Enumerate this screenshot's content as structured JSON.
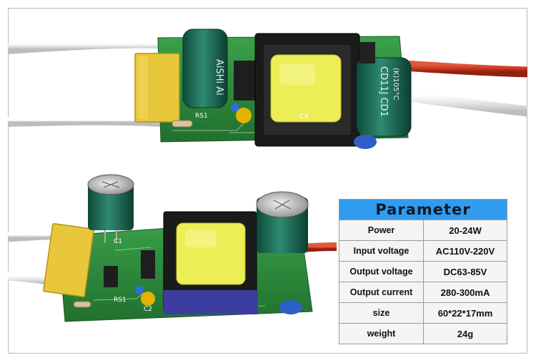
{
  "parameter_table": {
    "title": "Parameter",
    "rows": [
      {
        "label": "Power",
        "value": "20-24W"
      },
      {
        "label": "Input voltage",
        "value": "AC110V-220V"
      },
      {
        "label": "Output voltage",
        "value": "DC63-85V"
      },
      {
        "label": "Output current",
        "value": "280-300mA"
      },
      {
        "label": "size",
        "value": "60*22*17mm"
      },
      {
        "label": "weight",
        "value": "24g"
      }
    ]
  },
  "board_markings": {
    "top_cap_text": "CD11J CD1",
    "top_cap_temp": "(K)105°C",
    "small_cap_text": "AiSHi Ai",
    "resistor_label": "RS1",
    "resistor_label_2": "RS1",
    "c3_label": "C3",
    "c1_label": "C1",
    "c2_label": "C2"
  },
  "colors": {
    "header_blue": "#2f9cf0",
    "pcb_green": "#2f8a3c",
    "cap_yellow": "#e8c73a",
    "coil_yellow": "#ecee56",
    "red_wire": "#c9381f"
  }
}
